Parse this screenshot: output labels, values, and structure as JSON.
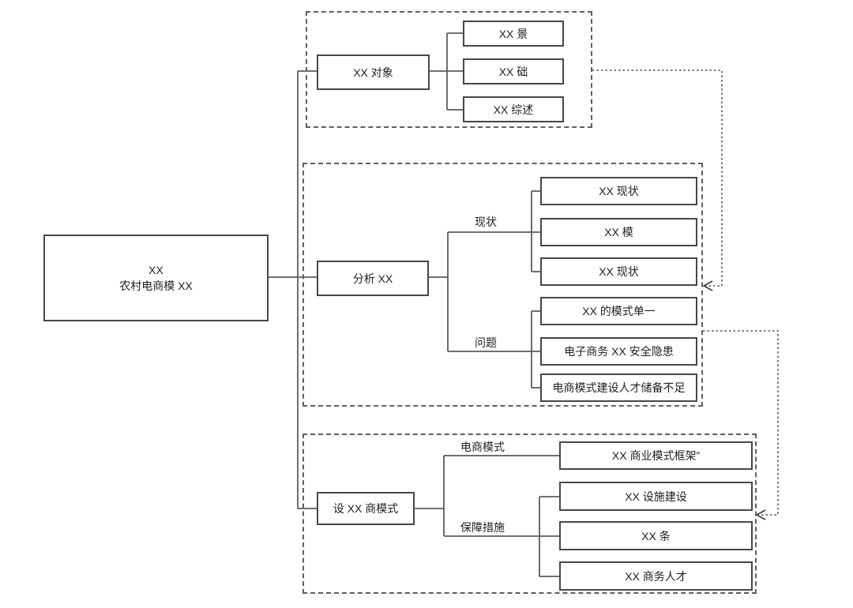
{
  "colors": {
    "background": "#ffffff",
    "box_border": "#474747",
    "line": "#5c5c5c",
    "dashed_connector": "#555555"
  },
  "diagram": {
    "root": {
      "line1": "XX",
      "line2": "农村电商模 XX"
    },
    "groups": [
      {
        "parent": "XX 对象",
        "children": [
          "XX 景",
          "XX 础",
          "XX 综述"
        ]
      },
      {
        "parent": "分析 XX",
        "branches": [
          {
            "label": "现状",
            "children": [
              "XX 现状",
              "XX 模",
              "XX 现状"
            ]
          },
          {
            "label": "问题",
            "children": [
              "XX 的模式单一",
              "电子商务 XX 安全隐患",
              "电商模式建设人才储备不足"
            ]
          }
        ]
      },
      {
        "parent": "设 XX 商模式",
        "branches": [
          {
            "label": "电商模式",
            "children": [
              "XX 商业模式框架”"
            ]
          },
          {
            "label": "保障措施",
            "children": [
              "XX 设施建设",
              "XX 条",
              "XX 商务人才"
            ]
          }
        ]
      }
    ]
  }
}
